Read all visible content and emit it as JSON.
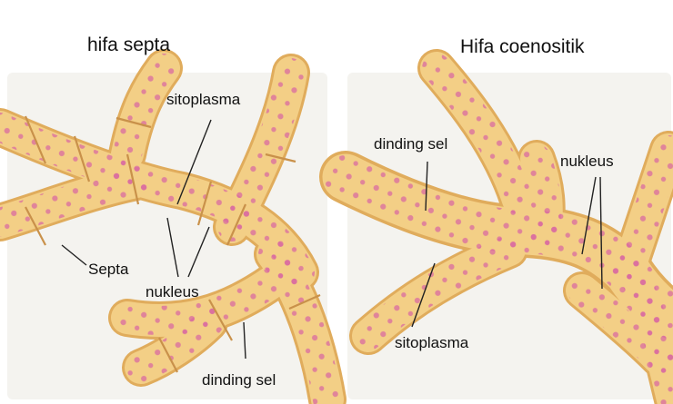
{
  "panels": [
    {
      "title": "hifa septa",
      "labels": {
        "sitoplasma": "sitoplasma",
        "septa": "Septa",
        "nukleus": "nukleus",
        "dinding_sel": "dinding sel"
      }
    },
    {
      "title": "Hifa coenositik",
      "labels": {
        "dinding_sel": "dinding sel",
        "nukleus": "nukleus",
        "sitoplasma": "sitoplasma"
      }
    }
  ],
  "colors": {
    "hypha_fill": "#f3cf86",
    "hypha_edge": "#e0ac5c",
    "hypha_highlight": "#fbe3ad",
    "nucleus_dot": "#d96ba0",
    "septum_line": "#c9914a",
    "background_tint": "#f4f3ef",
    "leader_line": "#222222"
  }
}
